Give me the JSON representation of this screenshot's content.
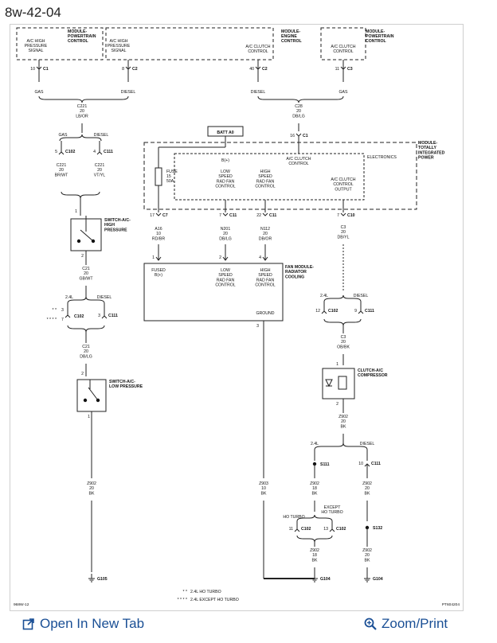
{
  "page": {
    "title": "8w-42-04"
  },
  "footer": {
    "open_label": "Open In New Tab",
    "zoom_label": "Zoom/Print"
  },
  "icons": {
    "open": "open-in-new-tab-icon",
    "zoom": "zoom-magnifier-icon"
  },
  "diagram": {
    "corner_left": "968W-12",
    "corner_right": "PT604204",
    "pcm_left": {
      "title": [
        "MODULE-",
        "POWERTRAIN",
        "CONTROL"
      ],
      "pin_label": [
        "A/C HIGH",
        "PRESSURE",
        "SIGNAL"
      ],
      "pin": "10",
      "conn": "C1",
      "variant": "GAS"
    },
    "pcm_right_top": {
      "pin_label": [
        "A/C HIGH",
        "PRESSURE",
        "SIGNAL"
      ],
      "pin": "8",
      "conn": "C2",
      "variant": "DIESEL"
    },
    "ecm": {
      "title": [
        "MODULE-",
        "ENGINE",
        "CONTROL"
      ],
      "pin_label": [
        "A/C CLUTCH",
        "CONTROL"
      ],
      "pin": "40",
      "conn": "C2",
      "variant": "DIESEL"
    },
    "pcm_right": {
      "title": [
        "MODULE-",
        "POWERTRAIN",
        "CONTROL"
      ],
      "pin_label": [
        "A/C CLUTCH",
        "CONTROL"
      ],
      "pin": "11",
      "conn": "C3",
      "variant": "GAS"
    },
    "w_c221_top": [
      "C221",
      "20",
      "LB/OR"
    ],
    "w_c28": [
      "C28",
      "20",
      "DB/LG"
    ],
    "tipm_c1": {
      "pin": "16",
      "conn": "C1"
    },
    "batt": "BATT A0",
    "c102_top": {
      "gas": "GAS",
      "diesel": "DIESEL",
      "pin_a": "5",
      "conn_a": "C102",
      "pin_b": "4",
      "conn_b": "C111"
    },
    "w_c221_brwt": [
      "C221",
      "20",
      "BR/WT"
    ],
    "w_c221_vtyl": [
      "C221",
      "20",
      "VT/YL"
    ],
    "tipm": {
      "title": [
        "MODULE-",
        "TOTALLY",
        "INTEGRATED",
        "POWER"
      ],
      "electronics": "ELECTRONICS",
      "bplus": "B(+)",
      "clutch_ctrl": [
        "A/C CLUTCH",
        "CONTROL"
      ],
      "fuse": [
        "FUSE",
        "15",
        "50A"
      ],
      "low": [
        "LOW",
        "SPEED",
        "RAD FAN",
        "CONTROL"
      ],
      "high": [
        "HIGH",
        "SPEED",
        "RAD FAN",
        "CONTROL"
      ],
      "clutch_out": [
        "A/C CLUTCH",
        "CONTROL",
        "OUTPUT"
      ],
      "pins": [
        {
          "pin": "17",
          "conn": "C7"
        },
        {
          "pin": "7",
          "conn": "C11"
        },
        {
          "pin": "22",
          "conn": "C11"
        },
        {
          "pin": "7",
          "conn": "C10"
        }
      ]
    },
    "sw_high": {
      "title": [
        "SWITCH-A/C-",
        "HIGH",
        "PRESSURE"
      ],
      "pin_top": "1",
      "pin_bot": "2"
    },
    "w_a16": [
      "A16",
      "10",
      "RD/BR"
    ],
    "w_n201": [
      "N201",
      "20",
      "DB/LG"
    ],
    "w_n112": [
      "N112",
      "20",
      "DB/OR"
    ],
    "w_c3_top": [
      "C3",
      "20",
      "DB/YL"
    ],
    "fan": {
      "title": [
        "FAN MODULE-",
        "RADIATOR",
        "COOLING"
      ],
      "fused": [
        "FUSED",
        "B(+)"
      ],
      "low": [
        "LOW",
        "SPEED",
        "RAD FAN",
        "CONTROL"
      ],
      "high": [
        "HIGH",
        "SPEED",
        "RAD FAN",
        "CONTROL"
      ],
      "ground": "GROUND",
      "pins": [
        "1",
        "2",
        "4",
        "3"
      ]
    },
    "w_c21_gbwt": [
      "C21",
      "20",
      "GB/WT"
    ],
    "c102_mid": {
      "v24": "2.4L",
      "diesel": "DIESEL",
      "stars2": "* *",
      "pin2": "3",
      "stars4": "* * * *",
      "pin7": "7",
      "conn_a": "C102",
      "pin_b": "3",
      "conn_b": "C111"
    },
    "c102_right": {
      "v24": "2.4L",
      "diesel": "DIESEL",
      "pin_a": "12",
      "conn_a": "C102",
      "pin_b": "9",
      "conn_b": "C111"
    },
    "w_c21_dblg": [
      "C21",
      "20",
      "DB/LG"
    ],
    "w_c3_obbk": [
      "C3",
      "20",
      "OB/BK"
    ],
    "sw_low": {
      "title": [
        "SWITCH-A/C-",
        "LOW PRESSURE"
      ],
      "pin_top": "2",
      "pin_bot": "1"
    },
    "clutch": {
      "title": [
        "CLUTCH-A/C",
        "COMPRESSOR"
      ],
      "pin_top": "1",
      "pin_bot": "2"
    },
    "w_z902_a": [
      "Z902",
      "20",
      "BK"
    ],
    "s111": {
      "v24": "2.4L",
      "diesel": "DIESEL",
      "splice": "S111",
      "pin_b": "10",
      "conn_b": "C111"
    },
    "w_z902_left": [
      "Z902",
      "20",
      "BK"
    ],
    "w_z903": [
      "Z903",
      "10",
      "BK"
    ],
    "w_z902_mid": [
      "Z902",
      "18",
      "BK"
    ],
    "w_z902_right": [
      "Z902",
      "20",
      "BK"
    ],
    "c102_bot": {
      "ho": [
        "HO TURBO"
      ],
      "except": [
        "EXCEPT",
        "HO TURBO"
      ],
      "pin_a": "11",
      "conn_a": "C102",
      "pin_b": "13",
      "conn_b": "C102"
    },
    "s132": "S132",
    "w_z902_b1": [
      "Z902",
      "18",
      "BK"
    ],
    "w_z902_b2": [
      "Z902",
      "20",
      "BK"
    ],
    "grounds": [
      "G105",
      "G104",
      "G104"
    ],
    "legend": [
      {
        "sym": "* *",
        "text": "2.4L HO TURBO"
      },
      {
        "sym": "* * * *",
        "text": "2.4L EXCEPT HO TURBO"
      }
    ]
  }
}
